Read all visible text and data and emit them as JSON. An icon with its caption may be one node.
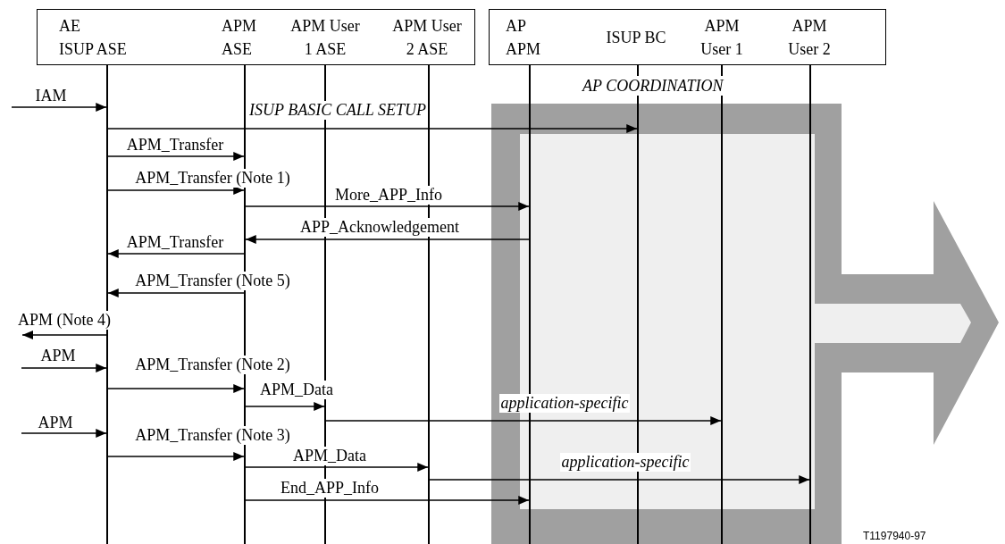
{
  "diagram": {
    "nodes": [
      {
        "text": [],
        "shape": "box"
      },
      {
        "text": [
          "AE ISUP ASE"
        ],
        "in": 0
      },
      {
        "text": [
          "APM ASE"
        ],
        "in": 0
      },
      {
        "text": [
          "APM User 1 ASE"
        ],
        "in": 0
      },
      {
        "text": [
          "APM User 2 ASE"
        ],
        "in": 0
      },
      {
        "text": [],
        "shape": "box"
      },
      {
        "text": [
          "AP APM"
        ],
        "in": 5
      },
      {
        "text": [
          "ISUP BC"
        ],
        "in": 5
      },
      {
        "text": [
          "APM User 1"
        ],
        "in": 5
      },
      {
        "text": [
          "APM User 2"
        ],
        "in": 5
      },
      {
        "text": [],
        "shape": "line"
      },
      {
        "text": [],
        "shape": "line"
      },
      {
        "text": [],
        "shape": "line"
      },
      {
        "text": [],
        "shape": "line"
      },
      {
        "text": [],
        "shape": "line"
      },
      {
        "text": [],
        "shape": "line"
      },
      {
        "text": [],
        "shape": "line"
      },
      {
        "text": [],
        "shape": "line"
      }
    ],
    "edges": [
      {
        "from": null,
        "to": 10,
        "arrow": "to",
        "label": "IAM"
      },
      {
        "from": 10,
        "to": 15,
        "arrow": "to",
        "label": "ISUP BASIC CALL SETUP"
      },
      {
        "from": 10,
        "to": 11,
        "arrow": "to",
        "label": "APM_Transfer"
      },
      {
        "from": 10,
        "to": 11,
        "arrow": "to",
        "label": "APM_Transfer (Note 1)"
      },
      {
        "from": 11,
        "to": 14,
        "arrow": "to",
        "label": "More_APP_Info"
      },
      {
        "from": 14,
        "to": 11,
        "arrow": "to",
        "label": "APP_Acknowledgement"
      },
      {
        "from": 11,
        "to": 10,
        "arrow": "to",
        "label": "APM_Transfer"
      },
      {
        "from": 11,
        "to": 10,
        "arrow": "to",
        "label": "APM_Transfer (Note 5)"
      },
      {
        "from": 10,
        "to": null,
        "arrow": "to",
        "label": "APM (Note 4)"
      },
      {
        "from": null,
        "to": 10,
        "arrow": "to",
        "label": "APM"
      },
      {
        "from": 10,
        "to": 11,
        "arrow": "to",
        "label": "APM_Transfer (Note 2)"
      },
      {
        "from": 11,
        "to": 12,
        "arrow": "to",
        "label": "APM_Data"
      },
      {
        "from": 12,
        "to": 16,
        "arrow": "to",
        "label": "application-specific"
      },
      {
        "from": null,
        "to": 10,
        "arrow": "to",
        "label": "APM"
      },
      {
        "from": 10,
        "to": 11,
        "arrow": "to",
        "label": "APM_Transfer (Note 3)"
      },
      {
        "from": 11,
        "to": 13,
        "arrow": "to",
        "label": "APM_Data"
      },
      {
        "from": 13,
        "to": 17,
        "arrow": "to",
        "label": "application-specific"
      },
      {
        "from": 11,
        "to": 14,
        "arrow": "to",
        "label": "End_APP_Info"
      }
    ],
    "labels": [
      "AP COORDINATION",
      "T1197940-97"
    ]
  }
}
